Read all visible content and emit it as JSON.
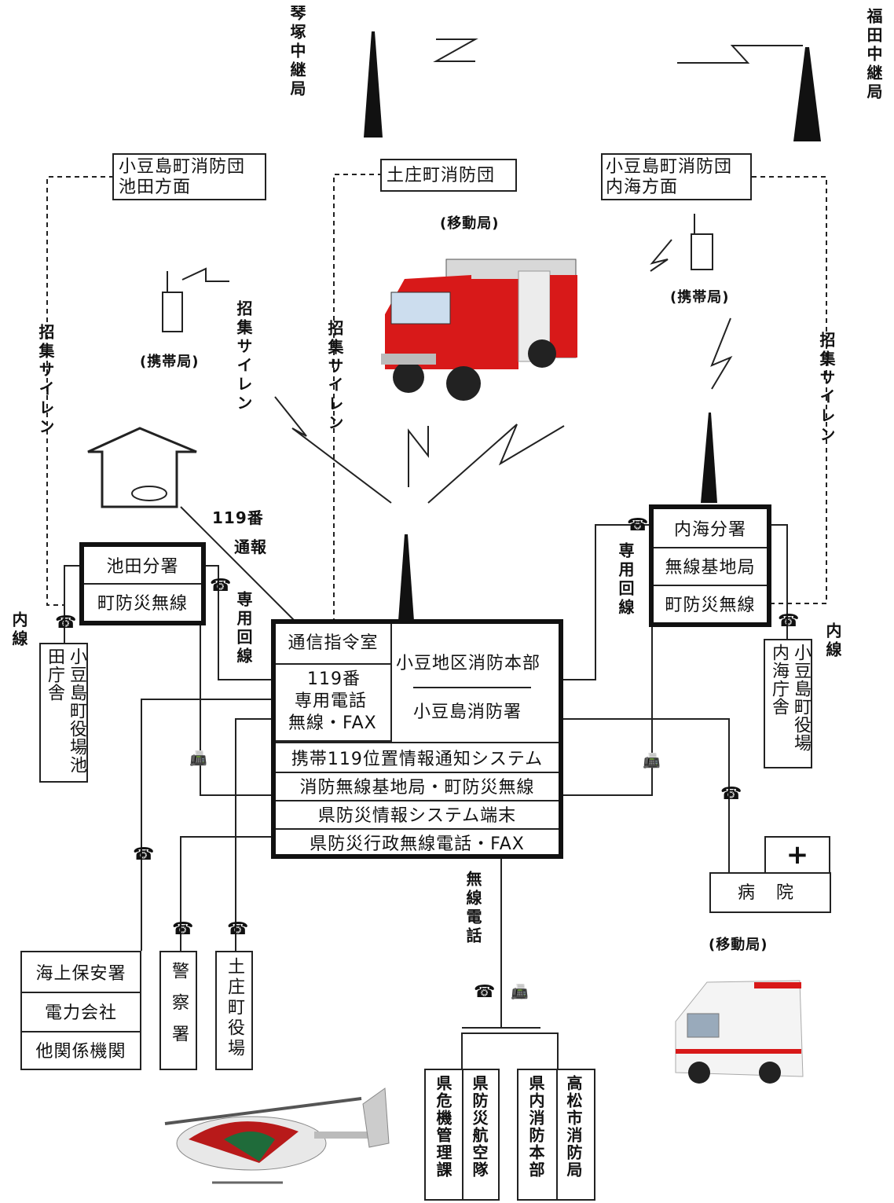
{
  "relay_left": "琴塚中継局",
  "relay_right": "福田中継局",
  "brigade_ikeda": [
    "小豆島町消防団",
    "池田方面"
  ],
  "brigade_tonosho": "土庄町消防団",
  "brigade_uchinomi": [
    "小豆島町消防団",
    "内海方面"
  ],
  "mobile_station": "(移動局)",
  "portable_station": "(携帯局)",
  "recall_siren": "招集サイレン",
  "report_119": [
    "119番",
    "通報"
  ],
  "dedicated_line": "専用回線",
  "extension": "内線",
  "radio_phone": "無線電話",
  "ikeda_branch": [
    "池田分署",
    "町防災無線"
  ],
  "uchinomi_branch": [
    "内海分署",
    "無線基地局",
    "町防災無線"
  ],
  "command_room": "通信指令室",
  "console_119": [
    "119番",
    "専用電話",
    "無線・FAX"
  ],
  "hq_name": "小豆地区消防本部",
  "station_name": "小豆島消防署",
  "systems": [
    "携帯119位置情報通知システム",
    "消防無線基地局・町防災無線",
    "県防災情報システム端末",
    "県防災行政無線電話・FAX"
  ],
  "town_office_ikeda": "小豆島町役場池田庁舎",
  "town_office_uchinomi": "小豆島町役場内海庁舎",
  "hospital_symbol": "+",
  "hospital": "病 院",
  "other_orgs": [
    "海上保安署",
    "電力会社",
    "他関係機関"
  ],
  "police": "警察署",
  "tonosho_office": "土庄町役場",
  "prefecture_units": [
    "県危機管理課",
    "県防災航空隊",
    "県内消防本部",
    "高松市消防局"
  ],
  "icons": {
    "phone": "☎",
    "fax": "📠"
  }
}
